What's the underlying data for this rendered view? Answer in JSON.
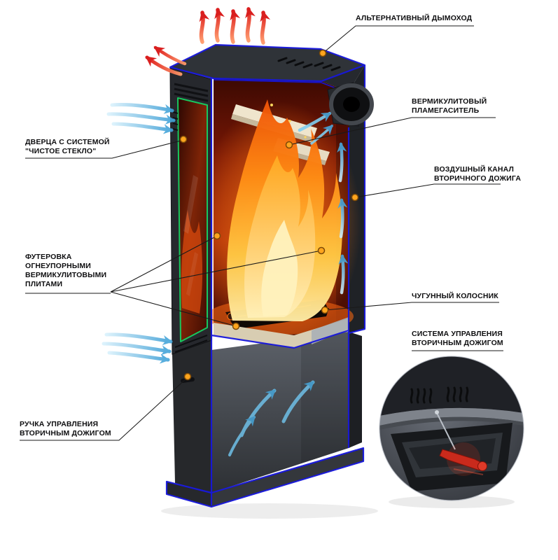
{
  "diagram": {
    "subject": "Cutaway diagram of a wood-burning stove with secondary afterburn system",
    "annotations": {
      "alt_chimney": {
        "text": "АЛЬТЕРНАТИВНЫЙ ДЫМОХОД"
      },
      "flame_arrester": {
        "text": "ВЕРМИКУЛИТОВЫЙ\nПЛАМЕГАСИТЕЛЬ"
      },
      "secondary_air_channel": {
        "text": "ВОЗДУШНЫЙ КАНАЛ\nВТОРИЧНОГО ДОЖИГА"
      },
      "cast_iron_grate": {
        "text": "ЧУГУННЫЙ КОЛОСНИК"
      },
      "control_system": {
        "text": "СИСТЕМА УПРАВЛЕНИЯ\nВТОРИЧНЫМ ДОЖИГОМ"
      },
      "clean_glass_door": {
        "text": "ДВЕРЦА С СИСТЕМОЙ\n\"ЧИСТОЕ СТЕКЛО\""
      },
      "vermiculite_lining": {
        "text": "ФУТЕРОВКА\nОГНЕУПОРНЫМИ\nВЕРМИКУЛИТОВЫМИ\nПЛИТАМИ"
      },
      "control_handle": {
        "text": "РУЧКА УПРАВЛЕНИЯ\nВТОРИЧНЫМ ДОЖИГОМ"
      }
    },
    "palette": {
      "edge_highlight_blue": "#1717dc",
      "glass_edge_green": "#17c85e",
      "callout_dot_orange": "#ffa51e",
      "cold_air_blue": "#6fc0e8",
      "hot_exhaust_red": "#dc1414",
      "flame_orange": "#ff8c14",
      "flame_yellow": "#ffeca6",
      "stove_body_gray": "#2c2f34",
      "background": "#ffffff"
    },
    "icons": {
      "cold_air_flow": "blue-flow-arrow",
      "hot_exhaust_flow": "red-flow-arrow",
      "callout_marker": "orange-dot"
    }
  }
}
